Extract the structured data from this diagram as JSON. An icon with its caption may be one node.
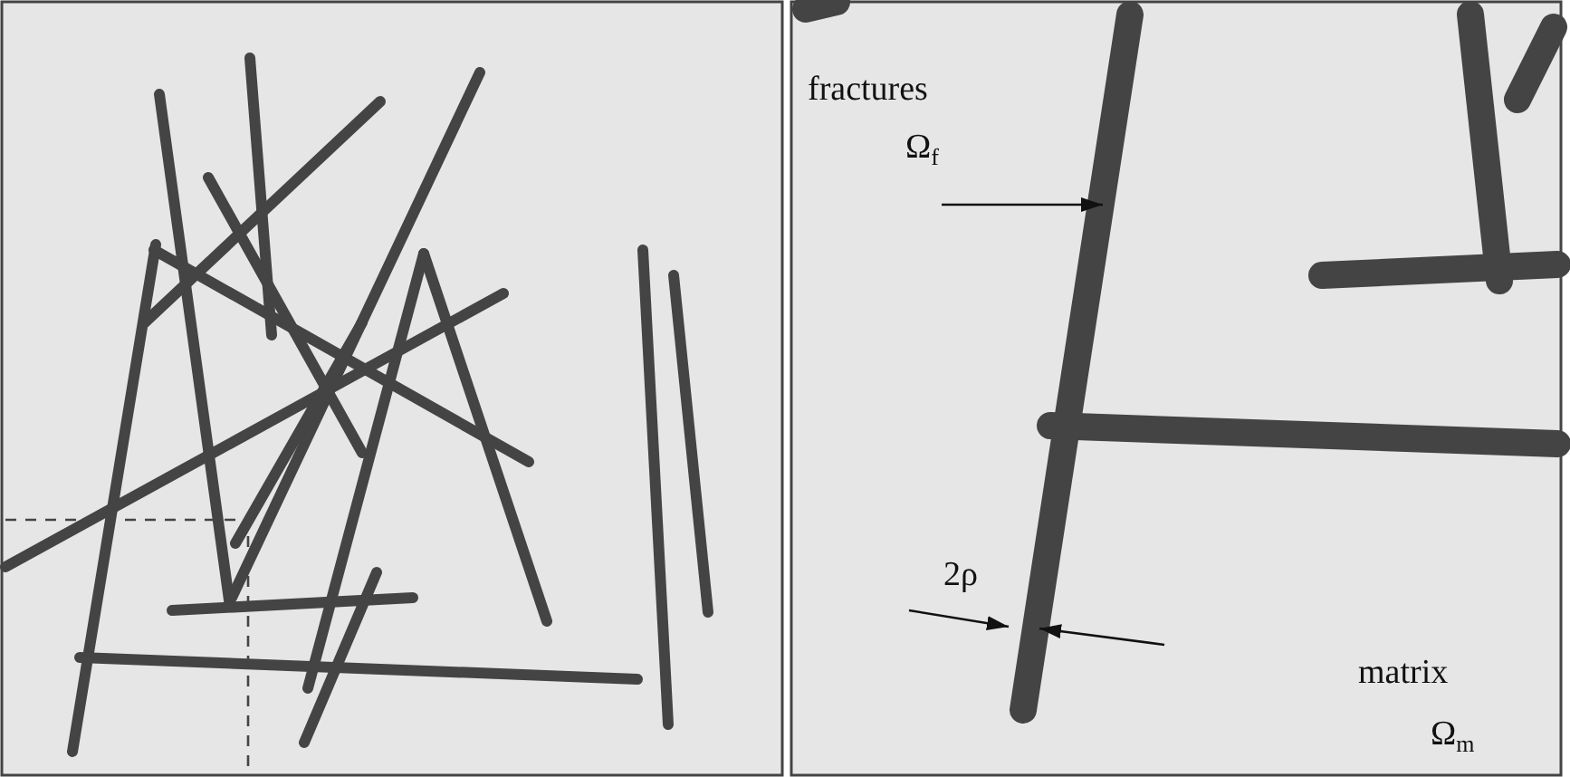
{
  "diagram": {
    "nodes": [
      {
        "text": [
          "fractures",
          "Ω$_{f}$"
        ]
      },
      {
        "text": [],
        "shape": "bar"
      }
    ],
    "edges": [
      {
        "from": 0,
        "to": 1,
        "arrow": "to"
      }
    ],
    "labels": [
      "2ρ",
      "matrix",
      "Ω$_{m}$"
    ]
  }
}
